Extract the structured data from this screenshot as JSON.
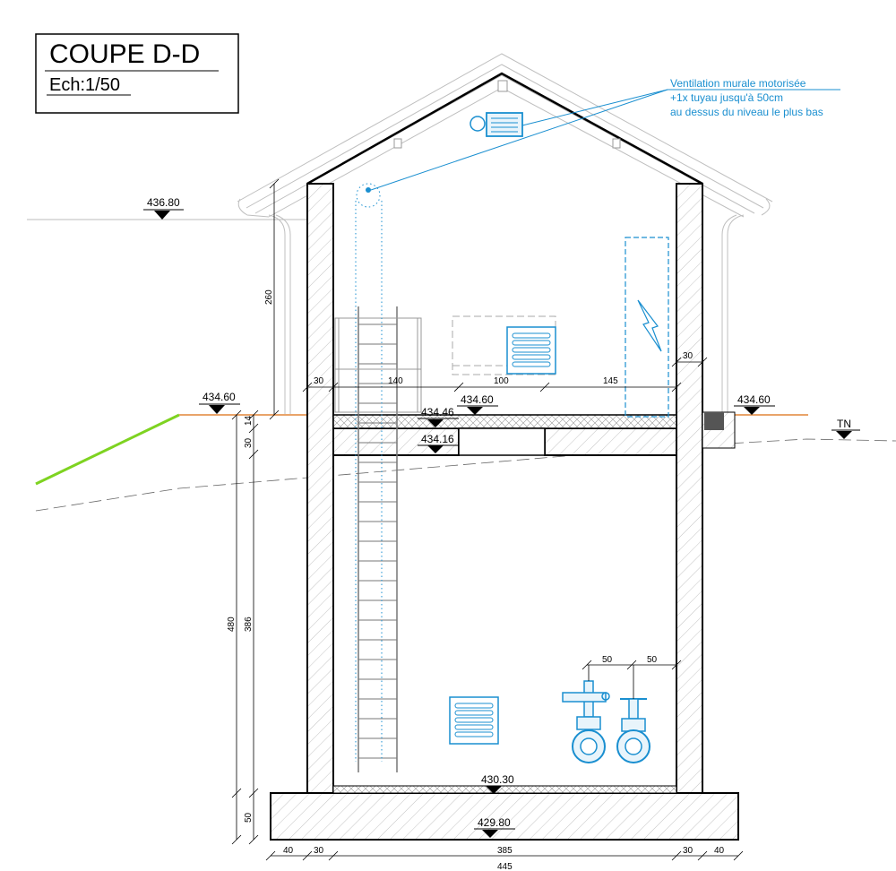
{
  "title": {
    "name": "COUPE D-D",
    "scale": "Ech:1/50"
  },
  "annotation": {
    "lines": [
      "Ventilation murale motorisée",
      "+1x tuyau jusqu'à 50cm",
      "au dessus du niveau le plus bas"
    ]
  },
  "levels": {
    "top": "436.80",
    "ground_left": "434.60",
    "floor_top": "434.60",
    "floor_mid": "434.46",
    "floor_bottom": "434.16",
    "ground_right": "434.60",
    "terrain": "TN",
    "chamber_floor": "430.30",
    "foundation": "429.80"
  },
  "dimensions": {
    "height_upper": "260",
    "slab_14": "14",
    "slab_30": "30",
    "height_480": "480",
    "height_386": "386",
    "base_50": "50",
    "wall_30_left": "30",
    "span_140": "140",
    "span_100": "100",
    "span_145": "145",
    "wall_30_right": "30",
    "valve_50_a": "50",
    "valve_50_b": "50",
    "bottom_40_left": "40",
    "bottom_30_left": "30",
    "bottom_385": "385",
    "bottom_30_right": "30",
    "bottom_40_right": "40",
    "overall_445": "445"
  },
  "colors": {
    "accent": "#1a8fd0",
    "grass": "#7ed321",
    "ground": "#e9a46a",
    "line": "#000000"
  }
}
